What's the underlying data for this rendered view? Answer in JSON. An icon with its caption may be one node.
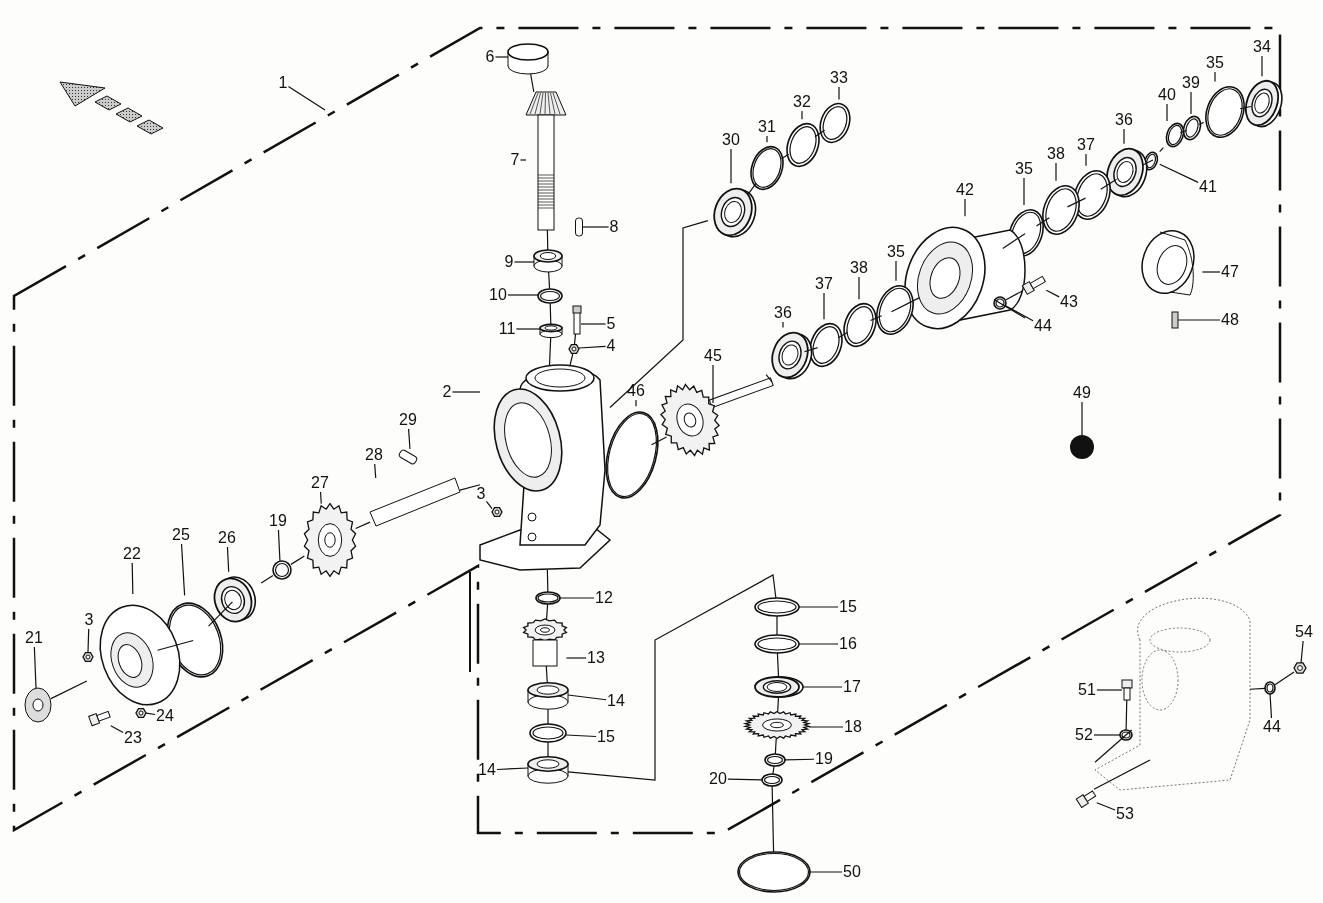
{
  "diagram": {
    "nodes": [
      {
        "text": [
          "1"
        ]
      },
      {
        "text": [
          "6"
        ]
      },
      {
        "text": [
          "7"
        ]
      },
      {
        "text": [
          "8"
        ]
      },
      {
        "text": [
          "9"
        ]
      },
      {
        "text": [
          "10"
        ]
      },
      {
        "text": [
          "11"
        ]
      },
      {
        "text": [
          "5"
        ]
      },
      {
        "text": [
          "4"
        ]
      },
      {
        "text": [
          "2"
        ]
      },
      {
        "text": [
          "29"
        ]
      },
      {
        "text": [
          "28"
        ]
      },
      {
        "text": [
          "27"
        ]
      },
      {
        "text": [
          "19"
        ]
      },
      {
        "text": [
          "26"
        ]
      },
      {
        "text": [
          "25"
        ]
      },
      {
        "text": [
          "22"
        ]
      },
      {
        "text": [
          "3"
        ]
      },
      {
        "text": [
          "21"
        ]
      },
      {
        "text": [
          "23"
        ]
      },
      {
        "text": [
          "24"
        ]
      },
      {
        "text": [
          "3"
        ]
      },
      {
        "text": [
          "12"
        ]
      },
      {
        "text": [
          "13"
        ]
      },
      {
        "text": [
          "14"
        ]
      },
      {
        "text": [
          "15"
        ]
      },
      {
        "text": [
          "14"
        ]
      },
      {
        "text": [
          "15"
        ]
      },
      {
        "text": [
          "16"
        ]
      },
      {
        "text": [
          "17"
        ]
      },
      {
        "text": [
          "18"
        ]
      },
      {
        "text": [
          "19"
        ]
      },
      {
        "text": [
          "20"
        ]
      },
      {
        "text": [
          "50"
        ]
      },
      {
        "text": [
          "51"
        ]
      },
      {
        "text": [
          "52"
        ]
      },
      {
        "text": [
          "53"
        ]
      },
      {
        "text": [
          "54"
        ]
      },
      {
        "text": [
          "44"
        ]
      },
      {
        "text": [
          "30"
        ]
      },
      {
        "text": [
          "31"
        ]
      },
      {
        "text": [
          "32"
        ]
      },
      {
        "text": [
          "33"
        ]
      },
      {
        "text": [
          "34"
        ]
      },
      {
        "text": [
          "35"
        ]
      },
      {
        "text": [
          "39"
        ]
      },
      {
        "text": [
          "40"
        ]
      },
      {
        "text": [
          "41"
        ]
      },
      {
        "text": [
          "36"
        ]
      },
      {
        "text": [
          "37"
        ]
      },
      {
        "text": [
          "38"
        ]
      },
      {
        "text": [
          "35"
        ]
      },
      {
        "text": [
          "42"
        ]
      },
      {
        "text": [
          "47"
        ]
      },
      {
        "text": [
          "43"
        ]
      },
      {
        "text": [
          "44"
        ]
      },
      {
        "text": [
          "48"
        ]
      },
      {
        "text": [
          "35"
        ]
      },
      {
        "text": [
          "38"
        ]
      },
      {
        "text": [
          "37"
        ]
      },
      {
        "text": [
          "36"
        ]
      },
      {
        "text": [
          "45"
        ]
      },
      {
        "text": [
          "46"
        ]
      },
      {
        "text": [
          "49"
        ]
      },
      {
        "text": [],
        "shape": "cylinder"
      },
      {
        "text": [],
        "shape": "picture"
      },
      {
        "text": [],
        "shape": "picture"
      },
      {
        "text": [],
        "shape": "cylinder"
      },
      {
        "text": [],
        "shape": "picture"
      },
      {
        "text": [],
        "shape": "cylinder"
      },
      {
        "text": [],
        "shape": "box"
      },
      {
        "text": [],
        "shape": "picture"
      },
      {
        "text": [],
        "shape": "picture"
      },
      {
        "text": [],
        "shape": "box"
      },
      {
        "text": [],
        "shape": "picture"
      },
      {
        "text": [],
        "shape": "picture"
      },
      {
        "text": [],
        "shape": "picture"
      },
      {
        "text": [],
        "shape": "picture"
      },
      {
        "text": [],
        "shape": "picture"
      },
      {
        "text": [],
        "shape": "picture"
      },
      {
        "text": [],
        "shape": "picture"
      },
      {
        "text": [],
        "shape": "picture"
      },
      {
        "text": [],
        "shape": "picture"
      },
      {
        "text": [],
        "shape": "picture"
      },
      {
        "text": [],
        "shape": "picture"
      },
      {
        "text": [],
        "shape": "picture"
      },
      {
        "text": [],
        "shape": "picture"
      },
      {
        "text": [],
        "shape": "picture"
      },
      {
        "text": [],
        "shape": "picture"
      },
      {
        "text": [],
        "shape": "cylinder"
      },
      {
        "text": [],
        "shape": "picture"
      },
      {
        "text": [],
        "shape": "picture"
      },
      {
        "text": [],
        "shape": "picture"
      },
      {
        "text": [],
        "shape": "picture"
      },
      {
        "text": [],
        "shape": "picture"
      },
      {
        "text": [],
        "shape": "picture"
      },
      {
        "text": [],
        "shape": "picture"
      },
      {
        "text": [],
        "shape": "picture"
      },
      {
        "text": [],
        "shape": "picture"
      },
      {
        "text": [],
        "shape": "picture"
      },
      {
        "text": [],
        "shape": "picture"
      },
      {
        "text": [],
        "shape": "picture"
      },
      {
        "text": [],
        "shape": "picture"
      },
      {
        "text": [],
        "shape": "picture"
      },
      {
        "text": [],
        "shape": "picture"
      },
      {
        "text": [],
        "shape": "picture"
      },
      {
        "text": [],
        "shape": "picture"
      },
      {
        "text": [],
        "shape": "picture"
      },
      {
        "text": [],
        "shape": "picture"
      },
      {
        "text": [],
        "shape": "picture"
      },
      {
        "text": [],
        "shape": "picture"
      },
      {
        "text": [],
        "shape": "picture"
      },
      {
        "text": [],
        "shape": "picture"
      },
      {
        "text": [],
        "shape": "picture"
      },
      {
        "text": [],
        "shape": "picture"
      },
      {
        "text": [],
        "shape": "picture"
      },
      {
        "text": [],
        "shape": "picture"
      },
      {
        "text": [],
        "shape": "picture"
      },
      {
        "text": [],
        "shape": "picture"
      },
      {
        "text": [],
        "shape": "picture"
      },
      {
        "text": [],
        "shape": "picture"
      },
      {
        "text": [],
        "shape": "picture"
      },
      {
        "text": [],
        "shape": "picture"
      },
      {
        "text": [],
        "shape": "picture"
      },
      {
        "text": [],
        "shape": "picture"
      },
      {
        "text": [],
        "shape": "circle"
      },
      {
        "text": [],
        "shape": "circle"
      },
      {
        "text": [],
        "shape": "picture"
      }
    ],
    "edges": [
      {
        "from": 0,
        "to": null,
        "arrow": "none"
      },
      {
        "from": 1,
        "to": 64,
        "arrow": "none"
      },
      {
        "from": 2,
        "to": 65,
        "arrow": "none"
      },
      {
        "from": 3,
        "to": 66,
        "arrow": "none"
      },
      {
        "from": 4,
        "to": 67,
        "arrow": "none"
      },
      {
        "from": 5,
        "to": 68,
        "arrow": "none"
      },
      {
        "from": 6,
        "to": 69,
        "arrow": "none"
      },
      {
        "from": 7,
        "to": 70,
        "arrow": "none"
      },
      {
        "from": 8,
        "to": 71,
        "arrow": "none"
      },
      {
        "from": 9,
        "to": 72,
        "arrow": "none"
      },
      {
        "from": 10,
        "to": 73,
        "arrow": "none"
      },
      {
        "from": 11,
        "to": 74,
        "arrow": "none"
      },
      {
        "from": 12,
        "to": 75,
        "arrow": "none"
      },
      {
        "from": 13,
        "to": 76,
        "arrow": "none"
      },
      {
        "from": 14,
        "to": 77,
        "arrow": "none"
      },
      {
        "from": 15,
        "to": 78,
        "arrow": "none"
      },
      {
        "from": 16,
        "to": 79,
        "arrow": "none"
      },
      {
        "from": 17,
        "to": 80,
        "arrow": "none"
      },
      {
        "from": 18,
        "to": 81,
        "arrow": "none"
      },
      {
        "from": 19,
        "to": 82,
        "arrow": "none"
      },
      {
        "from": 20,
        "to": 83,
        "arrow": "none"
      },
      {
        "from": 21,
        "to": 84,
        "arrow": "none"
      },
      {
        "from": 22,
        "to": 85,
        "arrow": "none"
      },
      {
        "from": 23,
        "to": 86,
        "arrow": "none"
      },
      {
        "from": 24,
        "to": 87,
        "arrow": "none"
      },
      {
        "from": 25,
        "to": 88,
        "arrow": "none"
      },
      {
        "from": 26,
        "to": 89,
        "arrow": "none"
      },
      {
        "from": 27,
        "to": 90,
        "arrow": "none"
      },
      {
        "from": 28,
        "to": 91,
        "arrow": "none"
      },
      {
        "from": 29,
        "to": 92,
        "arrow": "none"
      },
      {
        "from": 30,
        "to": 93,
        "arrow": "none"
      },
      {
        "from": 31,
        "to": 94,
        "arrow": "none"
      },
      {
        "from": 32,
        "to": 95,
        "arrow": "none"
      },
      {
        "from": 33,
        "to": 96,
        "arrow": "none"
      },
      {
        "from": 34,
        "to": 97,
        "arrow": "none"
      },
      {
        "from": 35,
        "to": 98,
        "arrow": "none"
      },
      {
        "from": 36,
        "to": 99,
        "arrow": "none"
      },
      {
        "from": 37,
        "to": 100,
        "arrow": "none"
      },
      {
        "from": 38,
        "to": 101,
        "arrow": "none"
      },
      {
        "from": 39,
        "to": 102,
        "arrow": "none"
      },
      {
        "from": 40,
        "to": 103,
        "arrow": "none"
      },
      {
        "from": 41,
        "to": 104,
        "arrow": "none"
      },
      {
        "from": 42,
        "to": 105,
        "arrow": "none"
      },
      {
        "from": 43,
        "to": 106,
        "arrow": "none"
      },
      {
        "from": 44,
        "to": 107,
        "arrow": "none"
      },
      {
        "from": 45,
        "to": 108,
        "arrow": "none"
      },
      {
        "from": 46,
        "to": 109,
        "arrow": "none"
      },
      {
        "from": 47,
        "to": 110,
        "arrow": "none"
      },
      {
        "from": 48,
        "to": 111,
        "arrow": "none"
      },
      {
        "from": 49,
        "to": 112,
        "arrow": "none"
      },
      {
        "from": 50,
        "to": 113,
        "arrow": "none"
      },
      {
        "from": 51,
        "to": 114,
        "arrow": "none"
      },
      {
        "from": 52,
        "to": 115,
        "arrow": "none"
      },
      {
        "from": 53,
        "to": 116,
        "arrow": "none"
      },
      {
        "from": 54,
        "to": 117,
        "arrow": "none"
      },
      {
        "from": 55,
        "to": 118,
        "arrow": "none"
      },
      {
        "from": 56,
        "to": 119,
        "arrow": "none"
      },
      {
        "from": 57,
        "to": 120,
        "arrow": "none"
      },
      {
        "from": 58,
        "to": 121,
        "arrow": "none"
      },
      {
        "from": 59,
        "to": 122,
        "arrow": "none"
      },
      {
        "from": 60,
        "to": 123,
        "arrow": "none"
      },
      {
        "from": 61,
        "to": 124,
        "arrow": "none"
      },
      {
        "from": 62,
        "to": 125,
        "arrow": "none"
      },
      {
        "from": 63,
        "to": 126,
        "arrow": "none"
      },
      {
        "from": 64,
        "to": 65,
        "arrow": "none"
      },
      {
        "from": 65,
        "to": 67,
        "arrow": "none"
      },
      {
        "from": 67,
        "to": 68,
        "arrow": "none"
      },
      {
        "from": 68,
        "to": 69,
        "arrow": "none"
      },
      {
        "from": 69,
        "to": 72,
        "arrow": "none"
      },
      {
        "from": 70,
        "to": 71,
        "arrow": "none"
      },
      {
        "from": 71,
        "to": 72,
        "arrow": "none"
      },
      {
        "from": 81,
        "to": 79,
        "arrow": "none"
      },
      {
        "from": 79,
        "to": 78,
        "arrow": "none"
      },
      {
        "from": 78,
        "to": 77,
        "arrow": "none"
      },
      {
        "from": 77,
        "to": 76,
        "arrow": "none"
      },
      {
        "from": 76,
        "to": 75,
        "arrow": "none"
      },
      {
        "from": 75,
        "to": 74,
        "arrow": "none"
      },
      {
        "from": 74,
        "to": 72,
        "arrow": "none"
      },
      {
        "from": 72,
        "to": 85,
        "arrow": "none"
      },
      {
        "from": 85,
        "to": 86,
        "arrow": "none"
      },
      {
        "from": 86,
        "to": 87,
        "arrow": "none"
      },
      {
        "from": 87,
        "to": 88,
        "arrow": "none"
      },
      {
        "from": 88,
        "to": 89,
        "arrow": "none"
      },
      {
        "from": 89,
        "to": 90,
        "arrow": "none"
      },
      {
        "from": 90,
        "to": 91,
        "arrow": "none"
      },
      {
        "from": 91,
        "to": 92,
        "arrow": "none"
      },
      {
        "from": 92,
        "to": 93,
        "arrow": "none"
      },
      {
        "from": 93,
        "to": 94,
        "arrow": "none"
      },
      {
        "from": 94,
        "to": 95,
        "arrow": "none"
      },
      {
        "from": 95,
        "to": 96,
        "arrow": "none"
      },
      {
        "from": 72,
        "to": 102,
        "arrow": "none"
      },
      {
        "from": 102,
        "to": 103,
        "arrow": "none"
      },
      {
        "from": 103,
        "to": 104,
        "arrow": "none"
      },
      {
        "from": 104,
        "to": 105,
        "arrow": "none"
      },
      {
        "from": 125,
        "to": 124,
        "arrow": "none"
      },
      {
        "from": 124,
        "to": 123,
        "arrow": "none"
      },
      {
        "from": 123,
        "to": 122,
        "arrow": "none"
      },
      {
        "from": 122,
        "to": 121,
        "arrow": "none"
      },
      {
        "from": 121,
        "to": 120,
        "arrow": "none"
      },
      {
        "from": 120,
        "to": 115,
        "arrow": "none"
      },
      {
        "from": 115,
        "to": 114,
        "arrow": "none"
      },
      {
        "from": 114,
        "to": 113,
        "arrow": "none"
      },
      {
        "from": 113,
        "to": 112,
        "arrow": "none"
      },
      {
        "from": 112,
        "to": 111,
        "arrow": "none"
      },
      {
        "from": 111,
        "to": 110,
        "arrow": "none"
      },
      {
        "from": 110,
        "to": 109,
        "arrow": "none"
      },
      {
        "from": 109,
        "to": 108,
        "arrow": "none"
      },
      {
        "from": 108,
        "to": 107,
        "arrow": "none"
      },
      {
        "from": 107,
        "to": 106,
        "arrow": "none"
      },
      {
        "from": 117,
        "to": 118,
        "arrow": "none"
      },
      {
        "from": 118,
        "to": 115,
        "arrow": "none"
      },
      {
        "from": 97,
        "to": 98,
        "arrow": "none"
      },
      {
        "from": 98,
        "to": 127,
        "arrow": "none"
      },
      {
        "from": 99,
        "to": 127,
        "arrow": "none"
      },
      {
        "from": 127,
        "to": 101,
        "arrow": "none"
      },
      {
        "from": 101,
        "to": 100,
        "arrow": "none"
      }
    ]
  }
}
